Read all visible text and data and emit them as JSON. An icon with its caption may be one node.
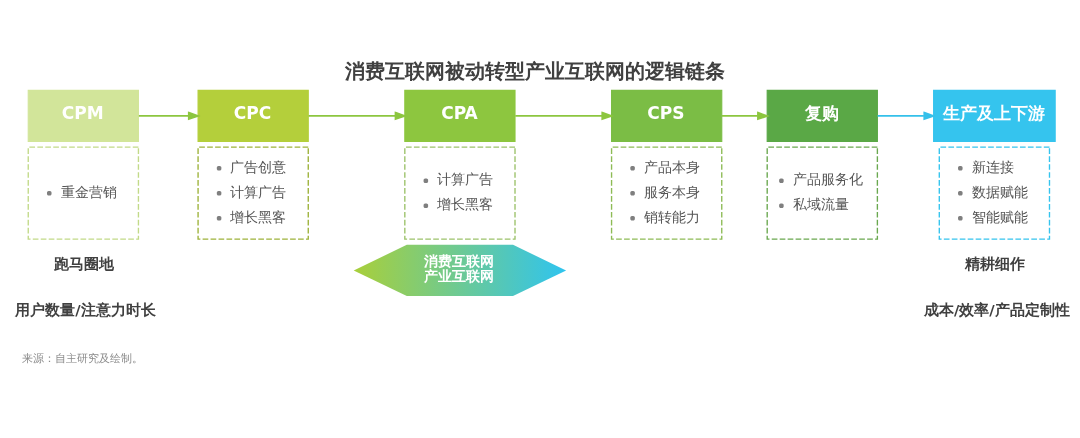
{
  "diagram": {
    "title": "消费互联网被动转型产业互联网的逻辑链条",
    "nodes": [
      {
        "text": [
          "CPM"
        ]
      },
      {
        "text": [
          "CPC"
        ]
      },
      {
        "text": [
          "CPA"
        ]
      },
      {
        "text": [
          "CPS"
        ]
      },
      {
        "text": [
          "复购"
        ]
      },
      {
        "text": [
          "生产及上下游"
        ]
      },
      {
        "text": [
          "重金营销"
        ]
      },
      {
        "text": [
          "广告创意",
          "计算广告",
          "增长黑客"
        ]
      },
      {
        "text": [
          "计算广告",
          "增长黑客"
        ]
      },
      {
        "text": [
          "产品本身",
          "服务本身",
          "销转能力"
        ]
      },
      {
        "text": [
          "产品服务化",
          "私域流量"
        ]
      },
      {
        "text": [
          "新连接",
          "数据赋能",
          "智能赋能"
        ]
      },
      {
        "text": [
          "消费互联网",
          "产业互联网"
        ]
      }
    ],
    "edges": [
      {
        "from": 0,
        "to": 1,
        "arrow": "to"
      },
      {
        "from": 1,
        "to": 2,
        "arrow": "to"
      },
      {
        "from": 2,
        "to": 3,
        "arrow": "to"
      },
      {
        "from": 3,
        "to": 4,
        "arrow": "to"
      },
      {
        "from": 4,
        "to": 5,
        "arrow": "to",
        "color": "#35c0ea"
      }
    ],
    "labels": [
      "跑马圈地",
      "精耕细作",
      "用户数量/注意力时长",
      "成本/效率/产品定制性",
      "来源：自主研究及绘制。"
    ]
  }
}
